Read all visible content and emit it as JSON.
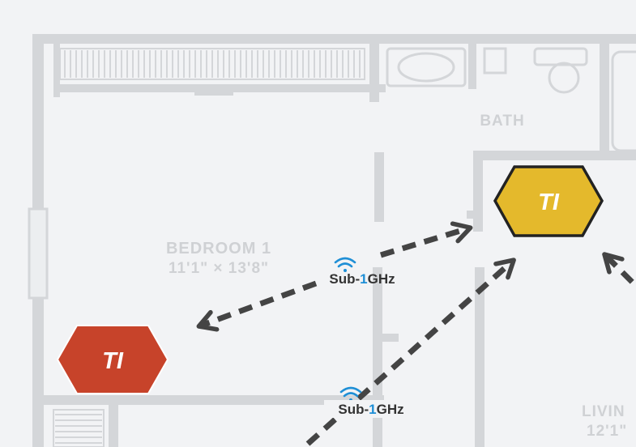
{
  "rooms": {
    "bath": "BATH",
    "bedroom_name": "BEDROOM 1",
    "bedroom_dims": "11'1\" × 13'8\"",
    "living_name": "LIVIN",
    "living_dims": "12'1\""
  },
  "nodes": {
    "left_node": {
      "label": "TI",
      "color": "#c7432a"
    },
    "right_node": {
      "label": "TI",
      "color": "#e4b92c"
    }
  },
  "links": [
    {
      "prefix": "Sub-",
      "accent": "1",
      "suffix": "GHz"
    },
    {
      "prefix": "Sub-",
      "accent": "1",
      "suffix": "GHz"
    }
  ],
  "colors": {
    "floorplan_lines": "#d4d6d9",
    "arrows": "#444444",
    "wifi_icon": "#1f8fd6"
  }
}
